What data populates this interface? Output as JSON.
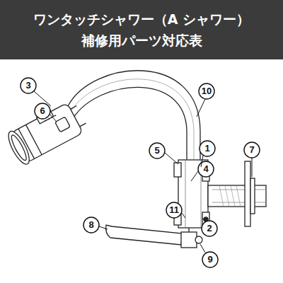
{
  "diagram": {
    "title": "ワンタッチシャワー（A シャワー） 補修用パーツ対応表",
    "labels": [
      "3",
      "6",
      "10",
      "5",
      "1",
      "7",
      "4",
      "11",
      "8",
      "2",
      "9"
    ]
  }
}
